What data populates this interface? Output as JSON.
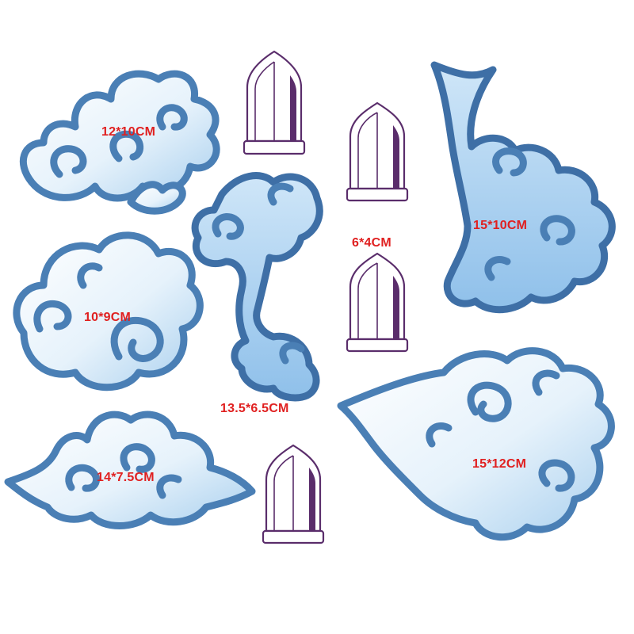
{
  "labels": {
    "cloud_top_left": "12*10CM",
    "cloud_mid_left": "10*9CM",
    "cloud_bottom_left": "14*7.5CM",
    "cloud_center": "13.5*6.5CM",
    "bullet_size": "6*4CM",
    "cloud_top_right": "15*10CM",
    "cloud_bottom_right": "15*12CM"
  },
  "colors": {
    "outline": "#4a7fb5",
    "fill_light": "#e8f3fb",
    "fill_mid": "#a9d0ee",
    "bullet_outline": "#5a2d6b",
    "label_text": "#e02020"
  }
}
